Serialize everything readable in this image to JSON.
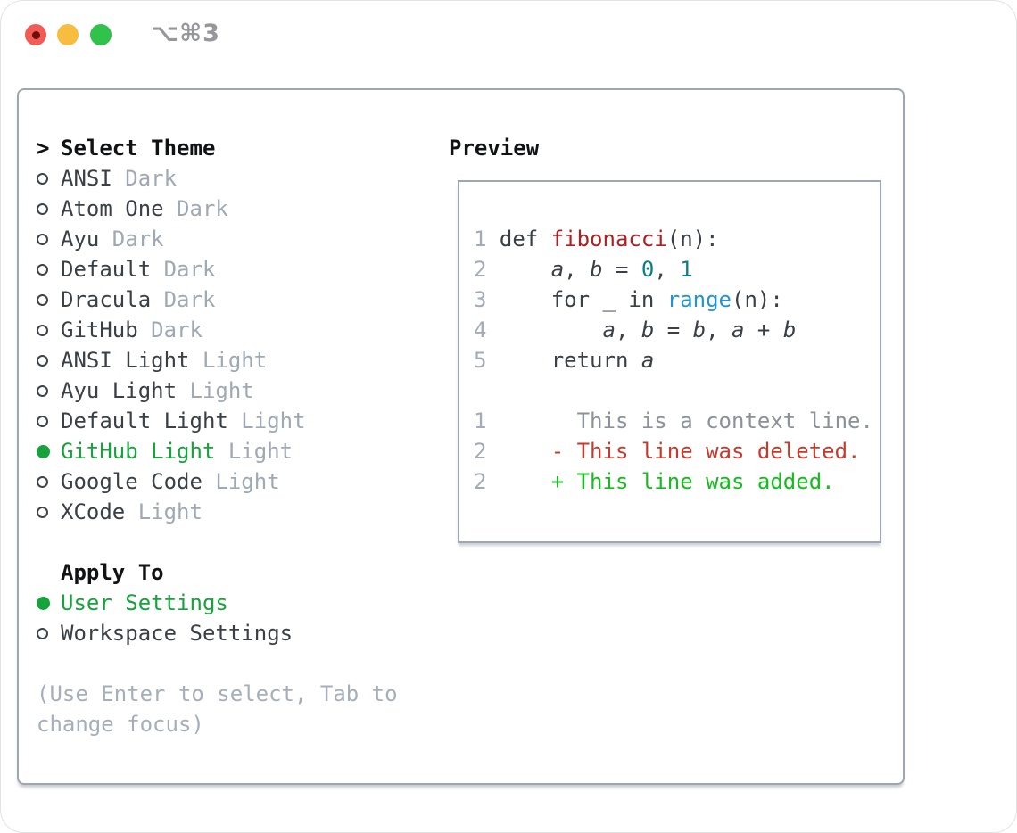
{
  "window": {
    "title": "⌥⌘3",
    "traffic_lights": [
      {
        "name": "close",
        "color": "#f25c54"
      },
      {
        "name": "minimize",
        "color": "#f6bd3e"
      },
      {
        "name": "zoom",
        "color": "#31c24b"
      }
    ]
  },
  "theme_picker": {
    "prompt": ">",
    "heading": "Select Theme",
    "themes": [
      {
        "name": "ANSI",
        "variant": "Dark",
        "selected": false
      },
      {
        "name": "Atom One",
        "variant": "Dark",
        "selected": false
      },
      {
        "name": "Ayu",
        "variant": "Dark",
        "selected": false
      },
      {
        "name": "Default",
        "variant": "Dark",
        "selected": false
      },
      {
        "name": "Dracula",
        "variant": "Dark",
        "selected": false
      },
      {
        "name": "GitHub",
        "variant": "Dark",
        "selected": false
      },
      {
        "name": "ANSI Light",
        "variant": "Light",
        "selected": false
      },
      {
        "name": "Ayu Light",
        "variant": "Light",
        "selected": false
      },
      {
        "name": "Default Light",
        "variant": "Light",
        "selected": false
      },
      {
        "name": "GitHub Light",
        "variant": "Light",
        "selected": true
      },
      {
        "name": "Google Code",
        "variant": "Light",
        "selected": false
      },
      {
        "name": "XCode",
        "variant": "Light",
        "selected": false
      }
    ],
    "apply_to": {
      "heading": "Apply To",
      "options": [
        {
          "name": "User Settings",
          "selected": true
        },
        {
          "name": "Workspace Settings",
          "selected": false
        }
      ]
    },
    "hint_lines": [
      "(Use Enter to select, Tab to",
      "change focus)"
    ]
  },
  "preview": {
    "heading": "Preview",
    "code_lines": [
      {
        "num": "1",
        "tokens": [
          {
            "t": "def ",
            "c": "plain"
          },
          {
            "t": "fibonacci",
            "c": "func"
          },
          {
            "t": "(n):",
            "c": "plain"
          }
        ]
      },
      {
        "num": "2",
        "tokens": [
          {
            "t": "    ",
            "c": "plain"
          },
          {
            "t": "a",
            "c": "var"
          },
          {
            "t": ", ",
            "c": "plain"
          },
          {
            "t": "b",
            "c": "var"
          },
          {
            "t": " = ",
            "c": "plain"
          },
          {
            "t": "0",
            "c": "number"
          },
          {
            "t": ", ",
            "c": "plain"
          },
          {
            "t": "1",
            "c": "number"
          }
        ]
      },
      {
        "num": "3",
        "tokens": [
          {
            "t": "    for _ in ",
            "c": "plain"
          },
          {
            "t": "range",
            "c": "builtin"
          },
          {
            "t": "(n):",
            "c": "plain"
          }
        ]
      },
      {
        "num": "4",
        "tokens": [
          {
            "t": "        ",
            "c": "plain"
          },
          {
            "t": "a",
            "c": "var"
          },
          {
            "t": ", ",
            "c": "plain"
          },
          {
            "t": "b",
            "c": "var"
          },
          {
            "t": " = ",
            "c": "plain"
          },
          {
            "t": "b",
            "c": "var"
          },
          {
            "t": ", ",
            "c": "plain"
          },
          {
            "t": "a",
            "c": "var"
          },
          {
            "t": " + ",
            "c": "plain"
          },
          {
            "t": "b",
            "c": "var"
          }
        ]
      },
      {
        "num": "5",
        "tokens": [
          {
            "t": "    return ",
            "c": "plain"
          },
          {
            "t": "a",
            "c": "var"
          }
        ]
      }
    ],
    "diff_lines": [
      {
        "num": "1",
        "tokens": [
          {
            "t": "      This is a context line.",
            "c": "context"
          }
        ]
      },
      {
        "num": "2",
        "tokens": [
          {
            "t": "    - This line was deleted.",
            "c": "deleted"
          }
        ]
      },
      {
        "num": "2",
        "tokens": [
          {
            "t": "    + This line was added.",
            "c": "added"
          }
        ]
      }
    ]
  },
  "colors": {
    "selected_green": "#17a33b",
    "added_green": "#16bc1d",
    "deleted_red": "#c73a2b",
    "context_gray": "#8a9199",
    "function_red": "#ae2020",
    "builtin_blue": "#2095d5",
    "number_teal": "#0b7e8d",
    "code_text": "#3a4046",
    "heading_text": "#101214",
    "muted_gray": "#9fa9b3",
    "hint_gray": "#a6afb9",
    "line_number_gray": "#a2abb6",
    "panel_border": "#9ea7b1",
    "title_gray": "#95979b"
  }
}
